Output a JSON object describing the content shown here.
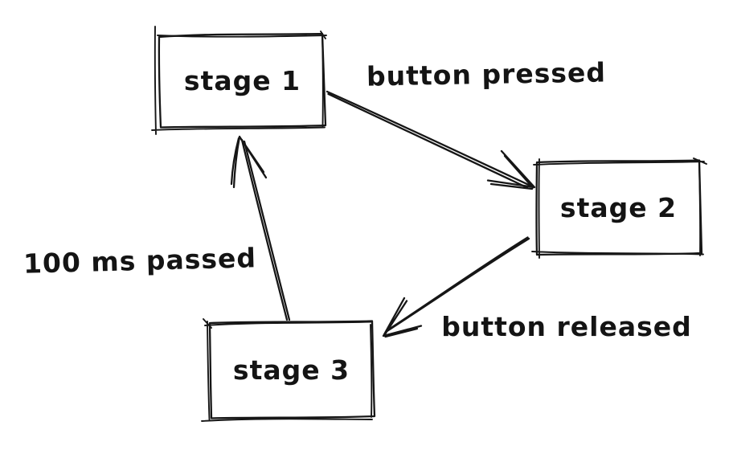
{
  "diagram": {
    "type": "state-machine",
    "colors": {
      "stroke": "#161616",
      "background": "#ffffff",
      "text": "#141414"
    },
    "nodes": [
      {
        "id": "stage1",
        "label": "stage 1"
      },
      {
        "id": "stage2",
        "label": "stage 2"
      },
      {
        "id": "stage3",
        "label": "stage 3"
      }
    ],
    "edges": [
      {
        "from": "stage1",
        "to": "stage2",
        "label": "button pressed"
      },
      {
        "from": "stage2",
        "to": "stage3",
        "label": "button released"
      },
      {
        "from": "stage3",
        "to": "stage1",
        "label": "100 ms passed"
      }
    ]
  }
}
